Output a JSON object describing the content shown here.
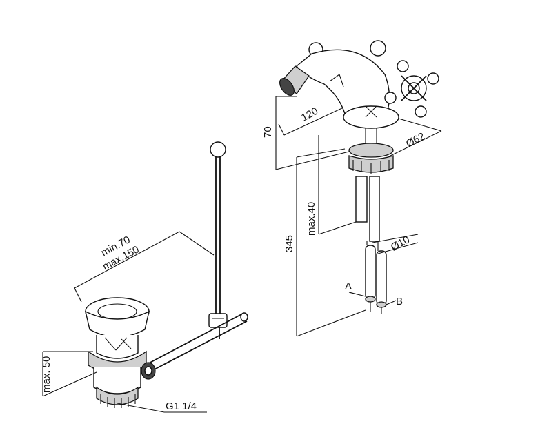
{
  "drain": {
    "dim_min": "min.70",
    "dim_max": "max.150",
    "dim_height": "max. 50",
    "thread": "G1 1/4"
  },
  "mixer": {
    "dim_spout": "120",
    "dim_height_top": "70",
    "dim_diameter_base": "Ø62",
    "dim_shank": "max.40",
    "dim_total": "345",
    "dim_hose": "Ø10",
    "hose_a": "A",
    "hose_b": "B"
  }
}
